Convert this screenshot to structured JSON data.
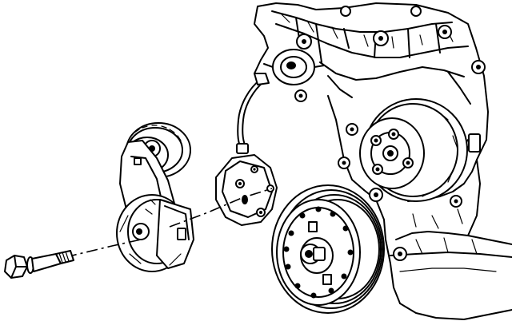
{
  "figure": {
    "kind": "exploded-view line drawing",
    "ink_color": "#000000",
    "background_color": "#ffffff",
    "parts": [
      "engine-block",
      "water-pump-pulley",
      "crankshaft-balancer-pulley",
      "crankshaft-position-sensor",
      "belt-tensioner-assembly",
      "tensioner-mounting-bolt"
    ]
  }
}
